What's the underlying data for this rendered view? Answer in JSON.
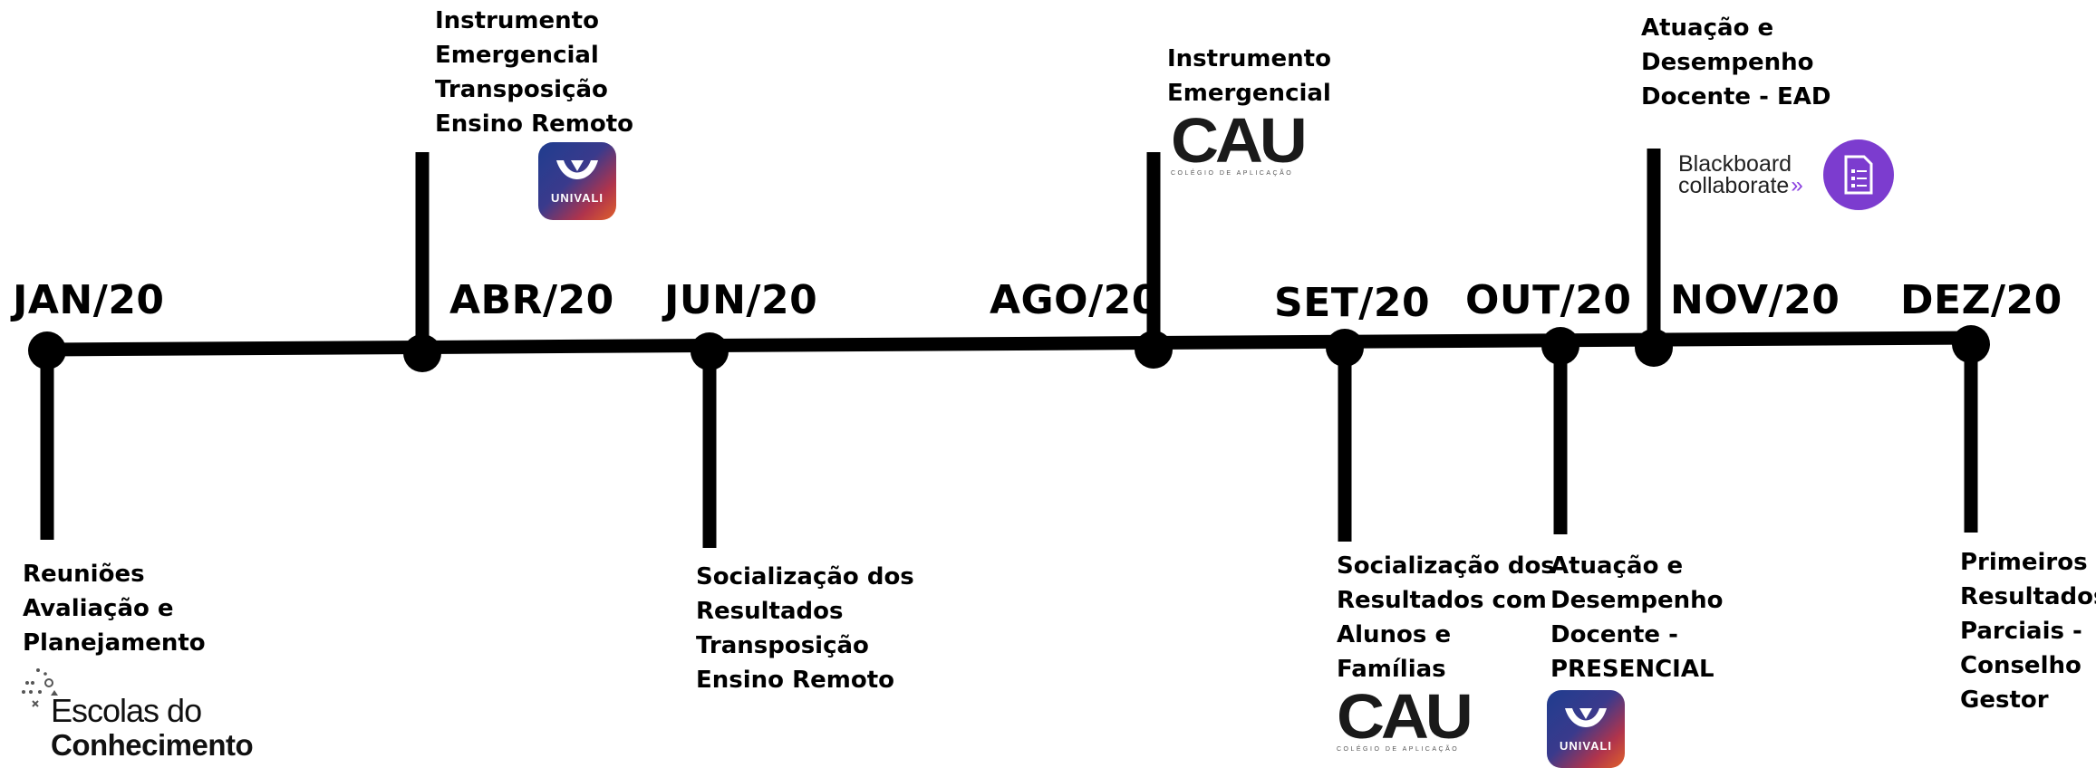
{
  "timeline": {
    "months": [
      {
        "label": "JAN/20"
      },
      {
        "label": "ABR/20"
      },
      {
        "label": "JUN/20"
      },
      {
        "label": "AGO/20"
      },
      {
        "label": "SET/20"
      },
      {
        "label": "OUT/20"
      },
      {
        "label": "NOV/20"
      },
      {
        "label": "DEZ/20"
      }
    ],
    "events": [
      {
        "text": "Reuniões\nAvaliação e\nPlanejamento"
      },
      {
        "text": "Instrumento\nEmergencial\nTransposição\nEnsino Remoto"
      },
      {
        "text": "Socialização dos\nResultados\nTransposição\nEnsino Remoto"
      },
      {
        "text": "Instrumento\nEmergencial"
      },
      {
        "text": "Socialização dos\nResultados com\nAlunos e\nFamílias"
      },
      {
        "text": "Atuação e\nDesempenho\nDocente -\nPRESENCIAL"
      },
      {
        "text": "Atuação e\nDesempenho\nDocente - EAD"
      },
      {
        "text": "Primeiros\nResultados\nParciais -\nConselho\nGestor"
      }
    ]
  },
  "logos": {
    "univali": "UNIVALI",
    "cau": "CAU",
    "cau_sub": "COLÉGIO DE APLICAÇÃO",
    "blackboard_line1": "Blackboard",
    "blackboard_line2": "collaborate",
    "escolas_line1": "Escolas do",
    "escolas_line2": "Conhecimento"
  },
  "colors": {
    "line": "#000000",
    "univali_blue": "#1f3d8f",
    "univali_orange": "#e0602a",
    "blackboard_purple": "#7c3ccf"
  }
}
